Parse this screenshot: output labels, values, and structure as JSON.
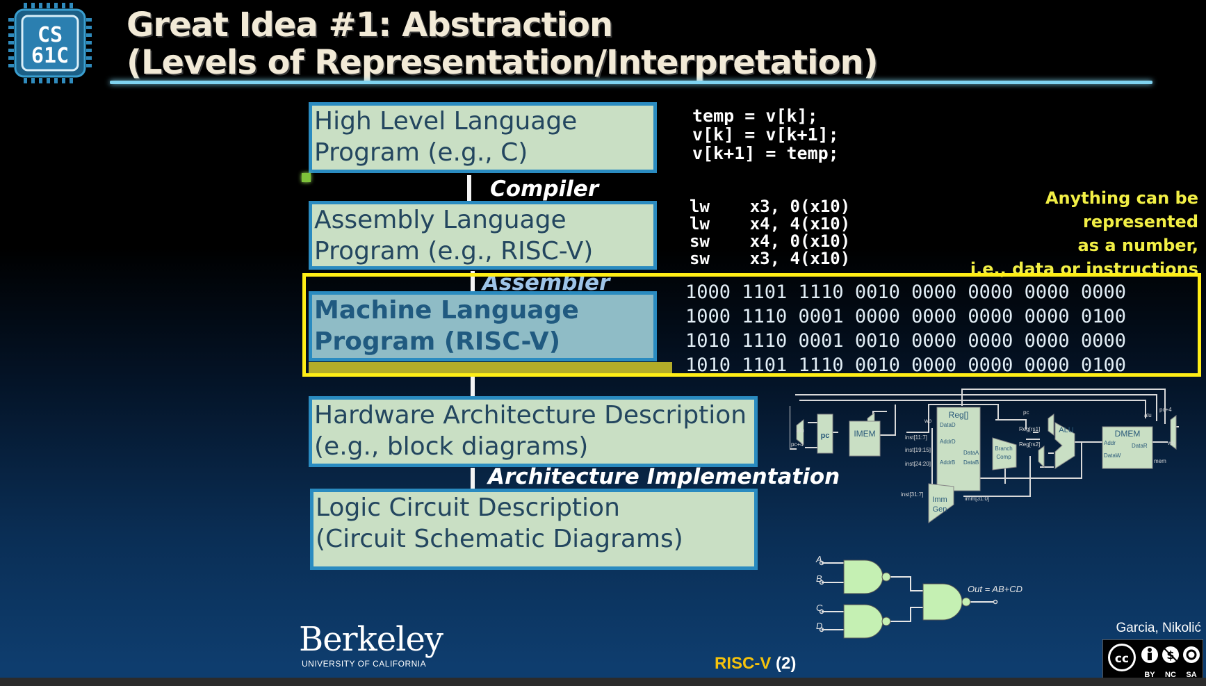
{
  "logo": {
    "line1": "CS",
    "line2": "61C"
  },
  "title": {
    "line1": "Great Idea #1: Abstraction",
    "line2": "(Levels of Representation/Interpretation)"
  },
  "levels": {
    "hll": {
      "line1": "High Level Language",
      "line2": "Program (e.g., C)"
    },
    "asm": {
      "line1": "Assembly  Language",
      "line2": "Program (e.g., RISC-V)"
    },
    "machine": {
      "line1": "Machine  Language",
      "line2": "Program (RISC-V)"
    },
    "hardware": {
      "line1": "Hardware Architecture Description",
      "line2": "(e.g., block diagrams)"
    },
    "logic": {
      "line1": "Logic Circuit Description",
      "line2": "(Circuit Schematic Diagrams)"
    }
  },
  "steps": {
    "compiler": "Compiler",
    "assembler": "Assembler",
    "arch_impl": "Architecture Implementation"
  },
  "c_code": [
    "temp = v[k];",
    "v[k] = v[k+1];",
    "v[k+1] = temp;"
  ],
  "asm_code": [
    "lw    x3, 0(x10)",
    "lw    x4, 4(x10)",
    "sw    x4, 0(x10)",
    "sw    x3, 4(x10)"
  ],
  "machine_code": [
    "1000 1101 1110 0010 0000 0000 0000 0000",
    "1000 1110 0001 0000 0000 0000 0000 0100",
    "1010 1110 0001 0010 0000 0000 0000 0000",
    "1010 1101 1110 0010 0000 0000 0000 0100"
  ],
  "note": [
    "Anything can be represented",
    "as a number,",
    "i.e., data or instructions"
  ],
  "datapath": {
    "pc": "pc",
    "imem": "IMEM",
    "reg": "Reg[]",
    "alu": "ALU",
    "dmem": "DMEM",
    "branch1": "Branch",
    "branch2": "Comp",
    "imm1": "Imm",
    "imm2": "Gen",
    "alu_in": "alu",
    "pc4_in": "pc+4",
    "wb": "wb",
    "dataD": "DataD",
    "addrD": "AddrD",
    "addrA": "AddrA",
    "addrB": "AddrB",
    "dataA": "DataA",
    "dataB": "DataB",
    "inst_11_7": "inst[11:7]",
    "inst_19_15": "inst[19:15]",
    "inst_24_20": "inst[24:20]",
    "inst_31_7": "inst[31:7]",
    "imm_31_0": "imm[31:0]",
    "pc_top": "pc",
    "reg_rs1": "Reg[rs1]",
    "reg_rs2": "Reg[rs2]",
    "addr": "Addr",
    "dataR": "DataR",
    "dataW": "DataW",
    "mem": "mem",
    "alu_top": "alu",
    "pc4_top": "pc+4",
    "wb_out": "wb"
  },
  "circuit": {
    "a": "A",
    "b": "B",
    "c": "C",
    "d": "D",
    "out": "Out = AB+CD"
  },
  "footer": {
    "berkeley": "Berkeley",
    "berkeley_sub": "UNIVERSITY OF CALIFORNIA",
    "lecture_name": "RISC-V",
    "lecture_num": "(2)",
    "authors": "Garcia, Nikolić",
    "cc_by": "BY",
    "cc_nc": "NC",
    "cc_sa": "SA"
  },
  "colors": {
    "title_text": "#f2ead7",
    "box_fill": "#c9dfc4",
    "box_border": "#2a8bc0",
    "highlight": "#ffee16",
    "note_text": "#f2ef45",
    "lecture_name": "#f5c20c"
  }
}
